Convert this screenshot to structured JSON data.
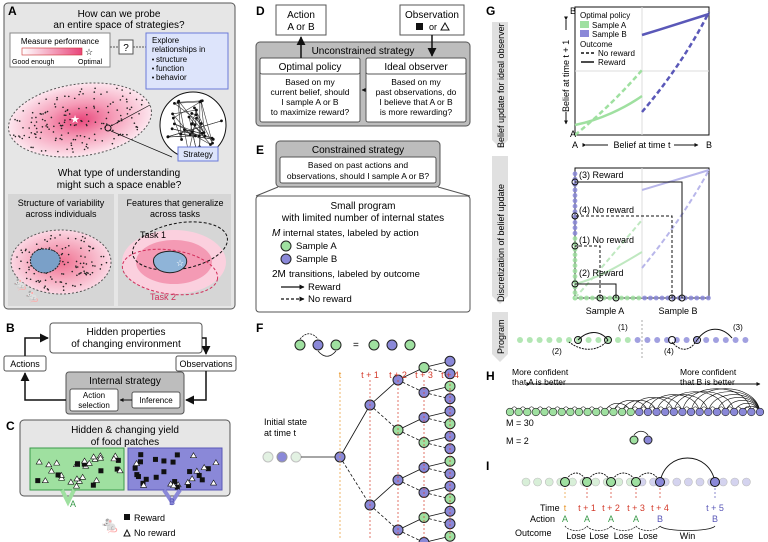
{
  "panel_A": {
    "letter": "A",
    "question_1_line1": "How can we probe",
    "question_1_line2": "an entire space of strategies?",
    "measure_title": "Measure performance",
    "good_enough": "Good enough",
    "optimal": "Optimal",
    "question_mark": "?",
    "explore_line1": "Explore",
    "explore_line2": "relationships in",
    "explore_items": [
      "structure",
      "function",
      "behavior"
    ],
    "strategy_label": "Strategy",
    "question_2_line1": "What type of understanding",
    "question_2_line2": "might such a space enable?",
    "structure_line1": "Structure of variability",
    "structure_line2": "across individuals",
    "features_line1": "Features that generalize",
    "features_line2": "across tasks",
    "task1": "Task 1",
    "task2": "Task 2"
  },
  "panel_B": {
    "letter": "B",
    "hidden_line1": "Hidden properties",
    "hidden_line2": "of changing environment",
    "actions": "Actions",
    "observations": "Observations",
    "internal_strategy": "Internal strategy",
    "action_selection_line1": "Action",
    "action_selection_line2": "selection",
    "inference": "Inference"
  },
  "panel_C": {
    "letter": "C",
    "title_line1": "Hidden & changing yield",
    "title_line2": "of food patches",
    "patch_a": "A",
    "patch_b": "B",
    "reward": "Reward",
    "no_reward": "No reward"
  },
  "panel_D": {
    "letter": "D",
    "action_line1": "Action",
    "action_line2": "A or B",
    "observation_line1": "Observation",
    "observation_or": "or",
    "unconstrained": "Unconstrained strategy",
    "optimal_policy": "Optimal policy",
    "optimal_body": [
      "Based on my",
      "current belief, should",
      "I sample A or B",
      "to maximize reward?"
    ],
    "ideal_observer": "Ideal observer",
    "ideal_body": [
      "Based on my",
      "past observations, do",
      "I believe that A or B",
      "is more rewarding?"
    ]
  },
  "panel_E": {
    "letter": "E",
    "constrained": "Constrained strategy",
    "constrained_body": [
      "Based on past actions and",
      "observations, should I sample A or B?"
    ],
    "small_program_line1": "Small program",
    "small_program_line2": "with limited number of internal states",
    "m_states": "internal states, labeled by action",
    "m_symbol": "M",
    "sample_a": "Sample A",
    "sample_b": "Sample B",
    "transitions": "transitions, labeled by outcome",
    "two_m": "2M",
    "reward": "Reward",
    "no_reward": "No reward"
  },
  "panel_F": {
    "letter": "F",
    "times": [
      "t",
      "t + 1",
      "t + 2",
      "t + 3",
      "t + 4"
    ],
    "initial_line1": "Initial state",
    "initial_line2": "at time t"
  },
  "panel_G": {
    "letter": "G",
    "side_label_1": "Belief update for ideal observer",
    "side_label_2": "Discretization of belief update",
    "side_label_3": "Program",
    "y_axis": "Belief at time t + 1",
    "x_axis": "Belief at time t",
    "tick_a": "A",
    "tick_b": "B",
    "legend_policy": "Optimal policy",
    "legend_sample_a": "Sample A",
    "legend_sample_b": "Sample B",
    "legend_outcome": "Outcome",
    "legend_no_reward": "No reward",
    "legend_reward": "Reward",
    "disc_labels": [
      "(3) Reward",
      "(4) No reward",
      "(1) No reward",
      "(2) Reward"
    ],
    "disc_x_a": "Sample A",
    "disc_x_b": "Sample B",
    "program_labels": [
      "(1)",
      "(2)",
      "(3)",
      "(4)"
    ]
  },
  "panel_H": {
    "letter": "H",
    "left_line1": "More confident",
    "left_line2": "that A is better",
    "right_line1": "More confident",
    "right_line2": "that B is better",
    "m30": "M = 30",
    "m2": "M = 2"
  },
  "panel_I": {
    "letter": "I",
    "time_label": "Time",
    "action_label": "Action",
    "outcome_label": "Outcome",
    "times": [
      "t",
      "t + 1",
      "t + 2",
      "t + 3",
      "t + 4",
      "t + 5"
    ],
    "actions": [
      "A",
      "A",
      "A",
      "A",
      "B",
      "B"
    ],
    "outcomes": [
      "Lose",
      "Lose",
      "Lose",
      "Lose",
      "Win"
    ]
  },
  "colors": {
    "green": "#9fe0a0",
    "green_dark": "#3a9a4a",
    "purple": "#8a88d8",
    "purple_dark": "#5a58b8",
    "pink": "#f28aa8",
    "panel_gray": "#e6e6e6",
    "box_gray": "#c8c8c8",
    "orange": "#e8962a",
    "red": "#d33a2a"
  }
}
